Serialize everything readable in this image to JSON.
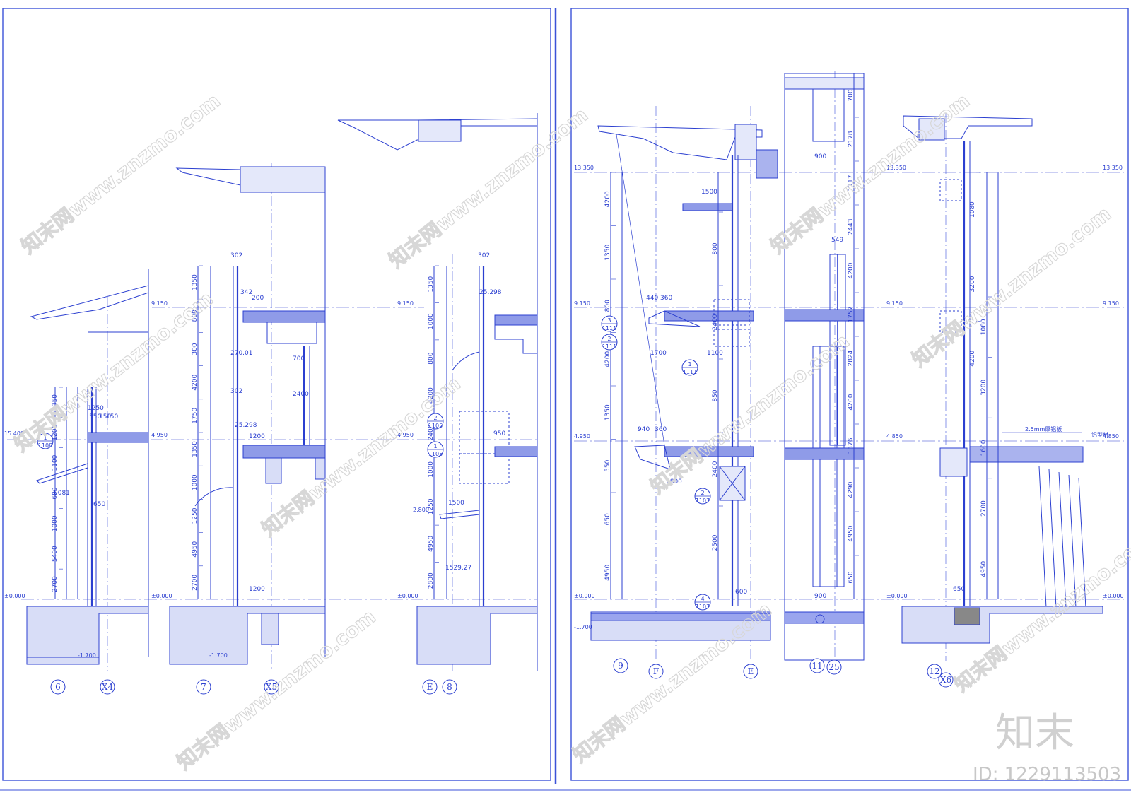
{
  "drawing": {
    "left_sheet": {
      "sections": [
        {
          "axes": [
            "6",
            "X4"
          ],
          "levels": [
            "15.400",
            "4.950",
            "±0.000",
            "-1.700"
          ],
          "dims_vertical": [
            "1350",
            "1200",
            "1100",
            "600",
            "1000",
            "5400",
            "2700"
          ],
          "dims_other": [
            "550",
            "150",
            "1250",
            "150",
            "0081",
            "650"
          ],
          "callout": {
            "num": "1",
            "sheet": "1108"
          }
        },
        {
          "axes": [
            "7",
            "X5"
          ],
          "levels": [
            "9.150",
            "±0.000",
            "-1.700"
          ],
          "dims_vertical": [
            "1350",
            "800",
            "300",
            "4200",
            "1750",
            "1350",
            "1000",
            "1250",
            "4950",
            "2700"
          ],
          "dims_other": [
            "302",
            "342",
            "200",
            "270.01",
            "700",
            "2400",
            "302",
            "25.298",
            "1200",
            "1200"
          ]
        },
        {
          "axes": [
            "E",
            "8"
          ],
          "levels": [
            "9.150",
            "4.950",
            "2.800",
            "±0.000"
          ],
          "dims_vertical": [
            "1350",
            "1000",
            "800",
            "4200",
            "2400",
            "1000",
            "1250",
            "4950",
            "2800"
          ],
          "dims_other": [
            "302",
            "25.298",
            "950",
            "1500",
            "1529.27"
          ],
          "callouts": [
            {
              "num": "2",
              "sheet": "1105"
            },
            {
              "num": "1",
              "sheet": "1105"
            }
          ]
        }
      ]
    },
    "right_sheet": {
      "sections": [
        {
          "axes": [
            "9",
            "F",
            "E"
          ],
          "levels": [
            "13.350",
            "9.150",
            "4.950",
            "±0.000",
            "-1.700"
          ],
          "dims_vertical": [
            "4200",
            "1350",
            "800",
            "4200",
            "1350",
            "550",
            "650",
            "4950",
            "800",
            "2400",
            "850",
            "2400",
            "2500"
          ],
          "dims_other": [
            "1500",
            "440",
            "360",
            "1700",
            "1100",
            "940",
            "360",
            "2800",
            "600"
          ],
          "callouts": [
            {
              "num": "3",
              "sheet": "1111"
            },
            {
              "num": "2",
              "sheet": "1111"
            },
            {
              "num": "1",
              "sheet": "1111"
            },
            {
              "num": "2",
              "sheet": "1107"
            },
            {
              "num": "4",
              "sheet": "1107"
            }
          ]
        },
        {
          "axes": [
            "11",
            "25"
          ],
          "levels": [],
          "dims_vertical": [
            "700",
            "2178",
            "1117",
            "2443",
            "4200",
            "1757",
            "2824",
            "4200",
            "1376",
            "4290",
            "4950",
            "650"
          ],
          "dims_other": [
            "900",
            "549",
            "900"
          ]
        },
        {
          "axes": [
            "12",
            "X6"
          ],
          "levels": [
            "13.350",
            "9.150",
            "4.850",
            "±0.000"
          ],
          "dims_vertical": [
            "1080",
            "3200",
            "4200",
            "1080",
            "3200",
            "1600",
            "2700",
            "4950"
          ],
          "dims_other": [
            "650"
          ],
          "notes": [
            "2.5mm厚铝板",
            "铝型材"
          ]
        }
      ]
    }
  },
  "watermark": {
    "id_text": "ID: 1229113503",
    "logo_text": "知末",
    "site_text": "知末网www.znzmo.com"
  },
  "colors": {
    "line": "#2b3fd0",
    "frame": "#3b52d8",
    "watermark": "#cfcfcf"
  }
}
